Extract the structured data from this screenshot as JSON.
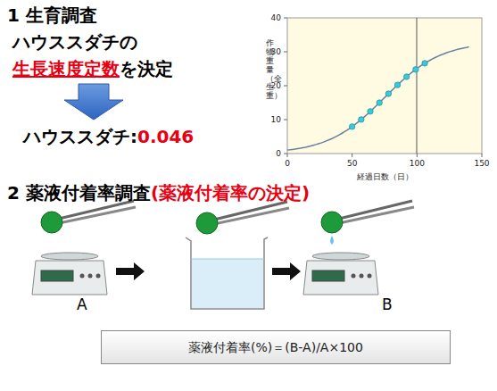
{
  "diagram": {
    "nodes": [
      {
        "text": [
          "薬液付着率(%)＝(B-A)/A×100"
        ]
      }
    ],
    "labels": [
      "1 生育調査",
      "ハウススダチの",
      "生長速度定数",
      "を決定",
      "ハウススダチ:",
      "0.046",
      "2 薬液付着率調査",
      "(薬液付着率の決定)",
      "作物重量（全生重）",
      "経過日数（日）",
      "40",
      "30",
      "20",
      "10",
      "0",
      "0",
      "50",
      "100",
      "150",
      "A",
      "B"
    ]
  }
}
